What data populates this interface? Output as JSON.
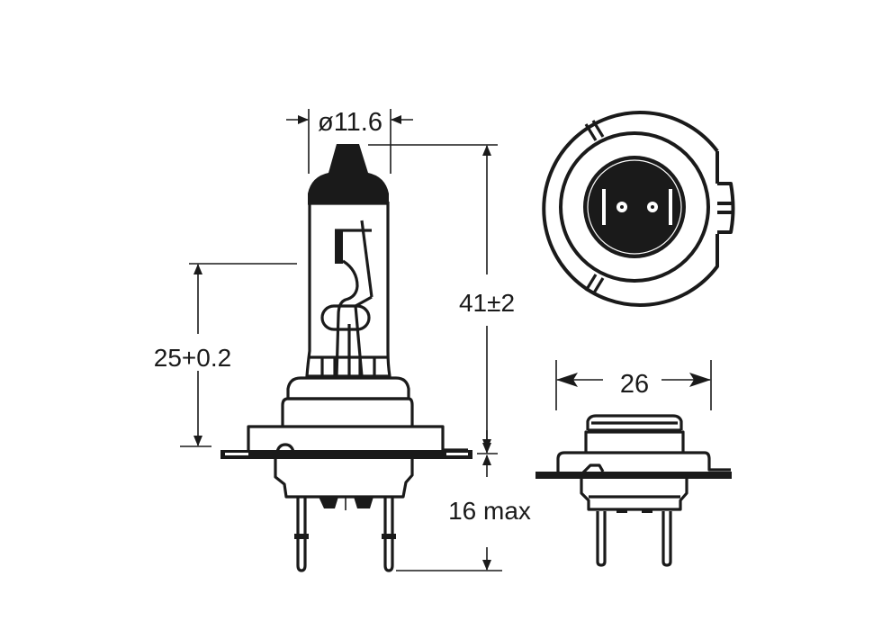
{
  "diagram": {
    "subject": "H7 halogen headlamp bulb dimensional drawing",
    "colors": {
      "ink": "#1a1a1a",
      "background": "#ffffff"
    },
    "views": [
      {
        "id": "side-view",
        "description": "side elevation of bulb with filament, base and pins"
      },
      {
        "id": "end-view",
        "description": "base end view showing flange ring and two contacts"
      },
      {
        "id": "front-view",
        "description": "front elevation of base with width dimension"
      }
    ],
    "dimensions": {
      "diameter": {
        "label": "ø11.6",
        "value": 11.6,
        "unit": "mm",
        "type": "diameter"
      },
      "overall_height": {
        "label": "41±2",
        "value": 41,
        "tolerance": "±2",
        "unit": "mm"
      },
      "light_center": {
        "label": "25+0.2",
        "value": 25,
        "tolerance": "+0.2",
        "unit": "mm"
      },
      "pin_length": {
        "label": "16 max",
        "value": 16,
        "qualifier": "max",
        "unit": "mm"
      },
      "base_width": {
        "label": "26",
        "value": 26,
        "unit": "mm"
      }
    }
  }
}
